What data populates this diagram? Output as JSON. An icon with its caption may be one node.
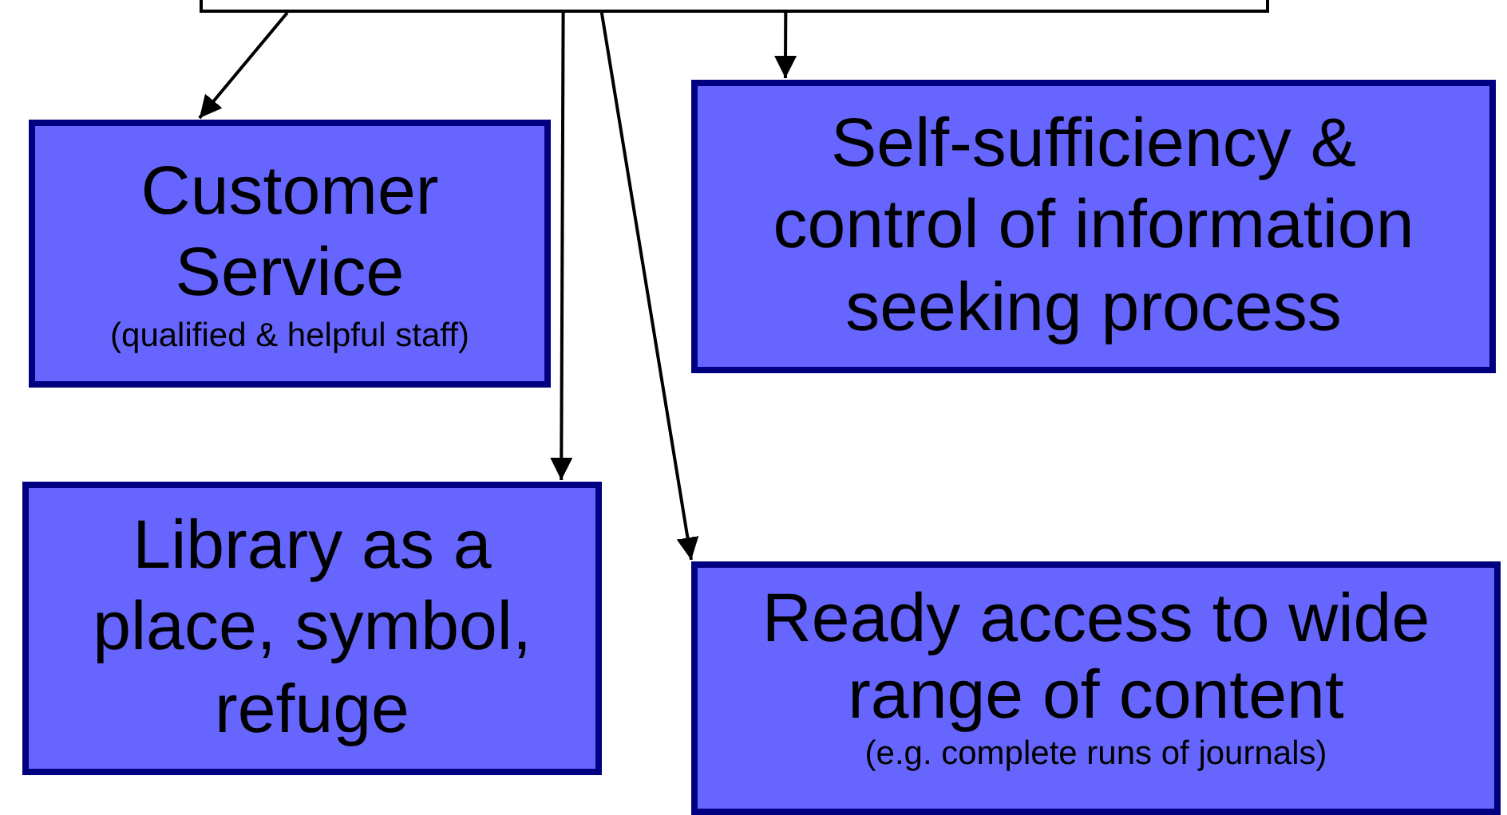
{
  "diagram": {
    "nodes": [
      {
        "text": [],
        "shape": "box"
      },
      {
        "text": [
          "Customer Service",
          "(qualified & helpful staff)"
        ]
      },
      {
        "text": [
          "Self-sufficiency & control of information seeking process"
        ]
      },
      {
        "text": [
          "Library as a place, symbol, refuge"
        ]
      },
      {
        "text": [
          "Ready access to wide range of content",
          "(e.g. complete runs of journals)"
        ]
      }
    ],
    "edges": [
      {
        "from": 0,
        "to": 1,
        "arrow": "to"
      },
      {
        "from": 0,
        "to": 3,
        "arrow": "to"
      },
      {
        "from": 0,
        "to": 4,
        "arrow": "to"
      },
      {
        "from": 0,
        "to": 2,
        "arrow": "to"
      }
    ]
  }
}
